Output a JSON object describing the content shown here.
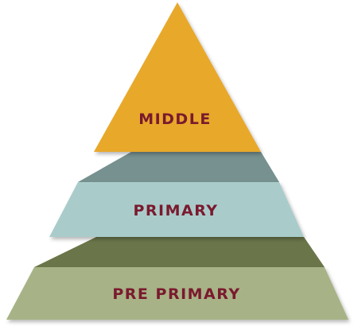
{
  "diagram": {
    "type": "pyramid",
    "tiers": [
      {
        "label": "MIDDLE",
        "color": "#E8A82C"
      },
      {
        "label": "PRIMARY",
        "color": "#A9CCCB"
      },
      {
        "label": "PRE PRIMARY",
        "color": "#A7B386"
      }
    ],
    "connectors": [
      {
        "from": "MIDDLE",
        "to": "PRIMARY",
        "color": "#76918F"
      },
      {
        "from": "PRIMARY",
        "to": "PRE PRIMARY",
        "color": "#6A7549"
      }
    ],
    "label_color": "#7A1A2E"
  }
}
